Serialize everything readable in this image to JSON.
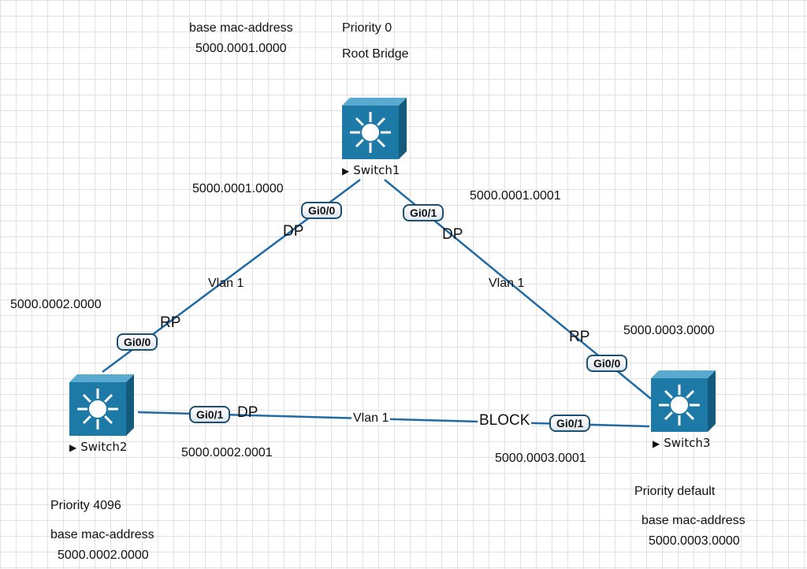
{
  "switches": {
    "switch1": {
      "name": "Switch1",
      "priority": "Priority 0",
      "role": "Root Bridge",
      "base_mac_label": "base mac-address",
      "base_mac": "5000.0001.0000"
    },
    "switch2": {
      "name": "Switch2",
      "priority": "Priority 4096",
      "base_mac_label": "base mac-address",
      "base_mac": "5000.0002.0000",
      "top_mac": "5000.0002.0000"
    },
    "switch3": {
      "name": "Switch3",
      "priority": "Priority default",
      "base_mac_label": "base mac-address",
      "base_mac": "5000.0003.0000",
      "top_mac": "5000.0003.0000"
    }
  },
  "links": {
    "s1_s2": {
      "vlan": "Vlan 1",
      "s1_port": "Gi0/0",
      "s1_mac": "5000.0001.0000",
      "s1_role": "DP",
      "s2_port": "Gi0/0",
      "s2_role": "RP"
    },
    "s1_s3": {
      "vlan": "Vlan 1",
      "s1_port": "Gi0/1",
      "s1_mac": "5000.0001.0001",
      "s1_role": "DP",
      "s3_port": "Gi0/0",
      "s3_role": "RP"
    },
    "s2_s3": {
      "vlan": "Vlan 1",
      "s2_port": "Gi0/1",
      "s2_mac": "5000.0002.0001",
      "s2_role": "DP",
      "s3_port": "Gi0/1",
      "s3_mac": "5000.0003.0001",
      "s3_role": "BLOCK"
    }
  },
  "colors": {
    "link": "#1f6aa5",
    "switch_body": "#1d7aa6",
    "switch_face": "#2a8bb8"
  },
  "icons": {
    "switch": "multilayer-switch-icon",
    "arrow": "play-arrow-icon"
  }
}
